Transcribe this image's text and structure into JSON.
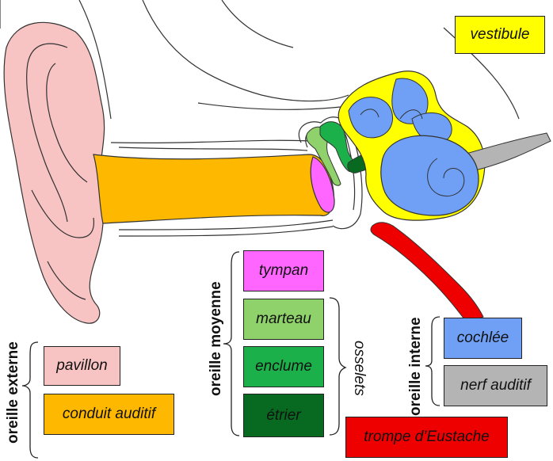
{
  "labels": {
    "vestibule": "vestibule",
    "pavillon": "pavillon",
    "conduit": "conduit auditif",
    "tympan": "tympan",
    "marteau": "marteau",
    "enclume": "enclume",
    "etrier": "étrier",
    "cochlee": "cochlée",
    "nerf": "nerf auditif",
    "trompe": "trompe d’Eustache"
  },
  "groups": {
    "externe": "oreille externe",
    "moyenne": "oreille moyenne",
    "interne": "oreille interne",
    "osselets": "osselets"
  },
  "colors": {
    "vestibule": "#ffff00",
    "pavillon": "#f8c3c3",
    "conduit": "#ffb800",
    "tympan": "#ff66ff",
    "marteau": "#8fd16a",
    "enclume": "#1bb04a",
    "etrier": "#086a20",
    "cochlee": "#6fa0f5",
    "nerf": "#b4b4b4",
    "trompe": "#ee0000"
  }
}
